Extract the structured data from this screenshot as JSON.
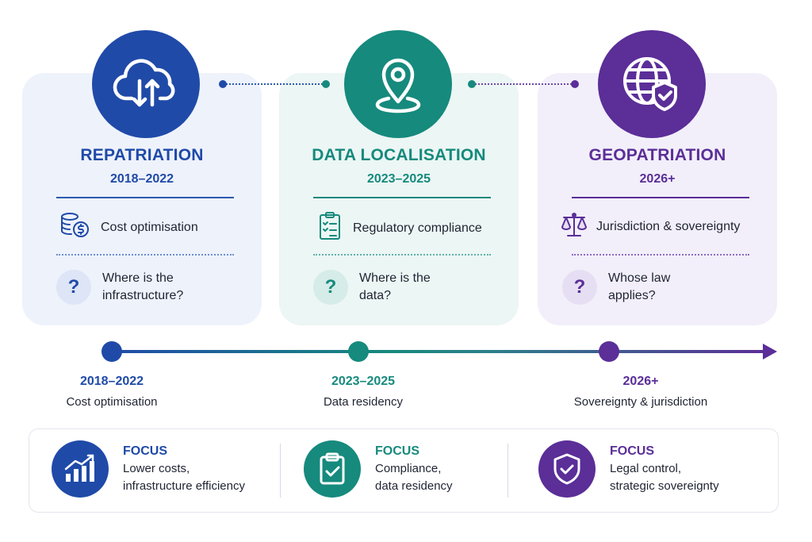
{
  "eras": [
    {
      "title": "REPATRIATION",
      "years": "2018–2022",
      "driver": "Cost optimisation",
      "question_line1": "Where is the",
      "question_line2": "infrastructure?",
      "question_mark": "?",
      "color": "#1f4aa8",
      "icon": "cloud-upload-download-icon",
      "driver_icon": "coins-dollar-icon"
    },
    {
      "title": "DATA LOCALISATION",
      "years": "2023–2025",
      "driver": "Regulatory compliance",
      "question_line1": "Where is the",
      "question_line2": "data?",
      "question_mark": "?",
      "color": "#168a7d",
      "icon": "location-pin-icon",
      "driver_icon": "clipboard-checklist-icon"
    },
    {
      "title": "GEOPATRIATION",
      "years": "2026+",
      "driver": "Jurisdiction & sovereignty",
      "question_line1": "Whose law",
      "question_line2": "applies?",
      "question_mark": "?",
      "color": "#5b2e98",
      "icon": "globe-shield-icon",
      "driver_icon": "scales-icon"
    }
  ],
  "timeline": [
    {
      "year": "2018–2022",
      "label": "Cost optimisation"
    },
    {
      "year": "2023–2025",
      "label": "Data residency"
    },
    {
      "year": "2026+",
      "label": "Sovereignty & jurisdiction"
    }
  ],
  "focus": [
    {
      "label": "FOCUS",
      "line1": "Lower costs,",
      "line2": "infrastructure efficiency",
      "icon": "bar-chart-growth-icon"
    },
    {
      "label": "FOCUS",
      "line1": "Compliance,",
      "line2": "data residency",
      "icon": "clipboard-check-icon"
    },
    {
      "label": "FOCUS",
      "line1": "Legal control,",
      "line2": "strategic sovereignty",
      "icon": "shield-check-icon"
    }
  ]
}
